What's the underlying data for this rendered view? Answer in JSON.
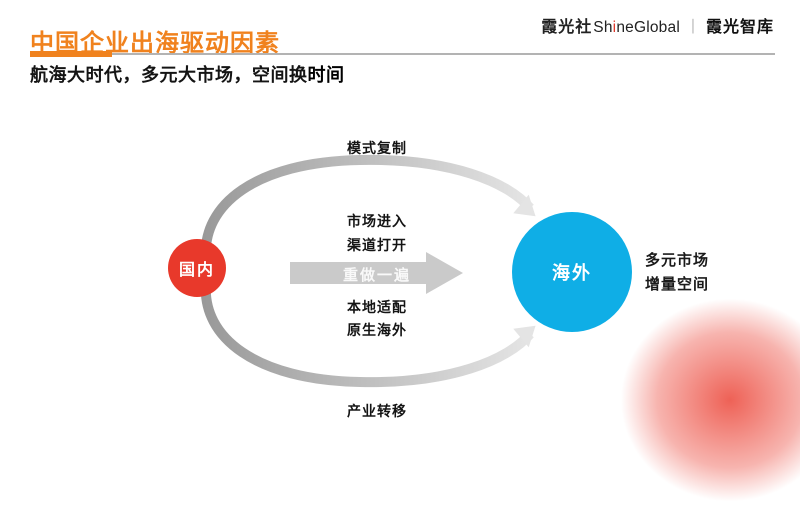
{
  "slide": {
    "title": "中国企业出海驱动因素",
    "subtitle_main": "航海大时代，多元大市场，空间换",
    "subtitle_emphasis": "时间",
    "brand": {
      "cn_name": "霞光社",
      "en_prefix": "Sh",
      "en_dot_i": "i",
      "en_suffix": "neGlobal",
      "divider": "丨",
      "think_tank": "霞光智库"
    }
  },
  "diagram": {
    "left_node_label": "国内",
    "right_node_label": "海外",
    "top_arc_label": "模式复制",
    "bottom_arc_label": "产业转移",
    "above_arrow_labels": [
      "市场进入",
      "渠道打开"
    ],
    "arrow_label": "重做一遍",
    "below_arrow_labels": [
      "本地适配",
      "原生海外"
    ],
    "right_notes": [
      "多元市场",
      "增量空间"
    ]
  },
  "colors": {
    "accent_orange": "#F0821E",
    "node_red": "#E8392B",
    "node_blue": "#0FAEE6",
    "arrow_gray": "#CACACA",
    "arc_dark_gray": "#989898",
    "arc_light_gray": "#E8E8E8"
  }
}
